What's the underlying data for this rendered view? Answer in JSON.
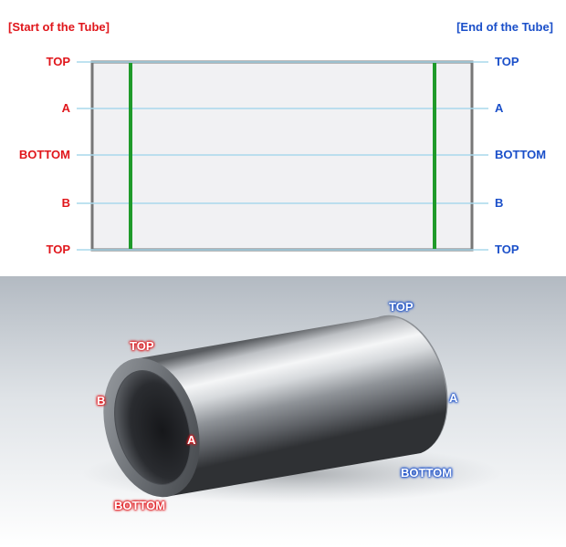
{
  "header": {
    "start_label": "[Start of the Tube]",
    "end_label": "[End of the Tube]"
  },
  "unrolled_diagram": {
    "left_labels": [
      "TOP",
      "A",
      "BOTTOM",
      "B",
      "TOP"
    ],
    "right_labels": [
      "TOP",
      "A",
      "BOTTOM",
      "B",
      "TOP"
    ]
  },
  "tube_render": {
    "start_labels": {
      "top": "TOP",
      "b": "B",
      "a": "A",
      "bottom": "BOTTOM"
    },
    "end_labels": {
      "top": "TOP",
      "a": "A",
      "bottom": "BOTTOM"
    }
  },
  "colors": {
    "start": "#e0161b",
    "end": "#1a4fc9",
    "guide_line": "#a9d8ec",
    "weld_line": "#1f9a2a",
    "frame": "#777777",
    "fill": "#f1f1f3"
  }
}
